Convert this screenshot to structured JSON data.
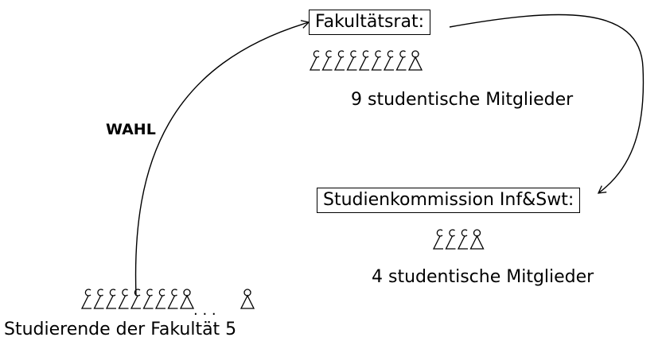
{
  "faculty_council": {
    "title": "Fakultätsrat:",
    "members_label": "9 studentische Mitglieder",
    "member_count": 9
  },
  "study_commission": {
    "title": "Studienkommission Inf&Swt:",
    "members_label": "4 studentische Mitglieder",
    "member_count": 4
  },
  "students": {
    "label": "Studierende der Fakultät 5",
    "figure_count": 9,
    "ellipsis": ". . ."
  },
  "election": {
    "label": "WAHL"
  }
}
